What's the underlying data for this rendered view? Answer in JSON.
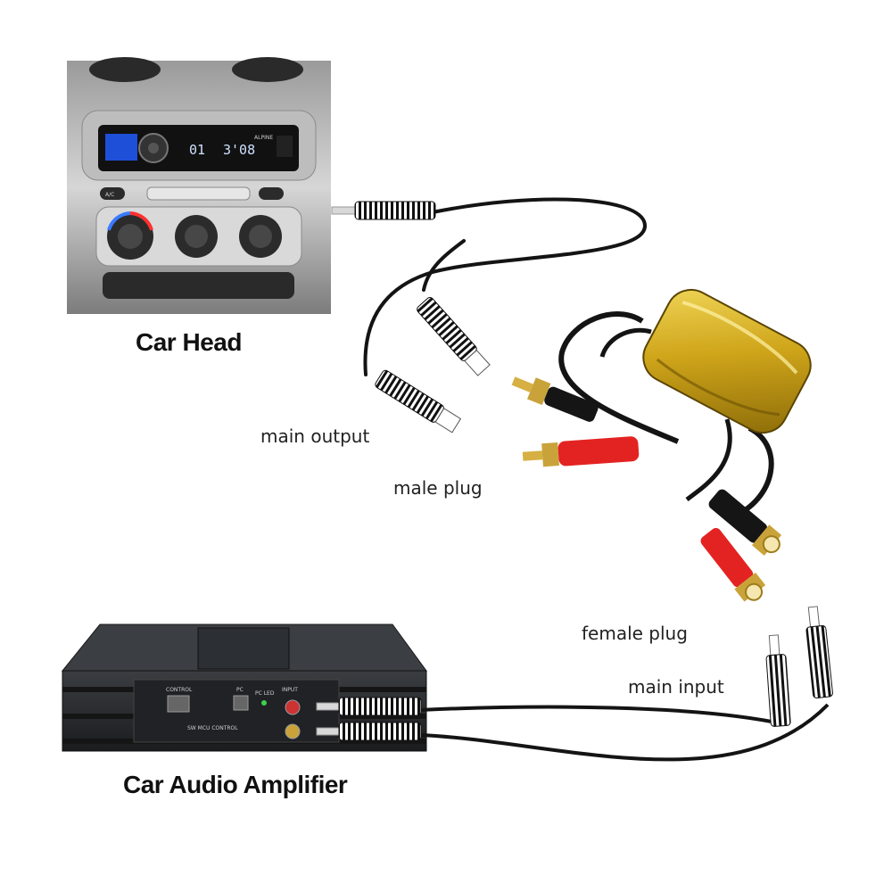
{
  "labels": {
    "car_head": "Car Head",
    "amplifier": "Car Audio Amplifier",
    "main_output": "main output",
    "male_plug": "male plug",
    "female_plug": "female plug",
    "main_input": "main input"
  },
  "head_unit": {
    "display_left": "01",
    "display_time": "3'08",
    "brand": "ALPINE",
    "ac_button": "A/C"
  },
  "amp_panel": {
    "control": "CONTROL",
    "pc": "PC",
    "pc_led": "PC LED",
    "input": "INPUT",
    "mcu": "SW MCU CONTROL"
  },
  "colors": {
    "filter_body": "#d8b21c",
    "rca_red": "#e32322",
    "cable": "#141414",
    "amp_body": "#2b2d30"
  }
}
